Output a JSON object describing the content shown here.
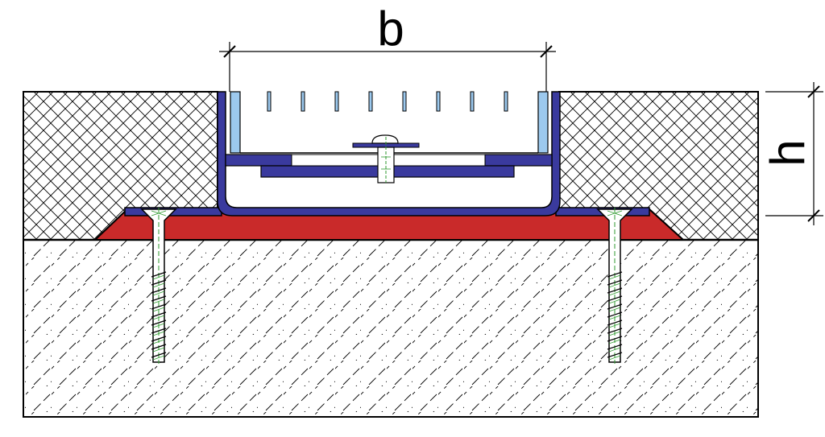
{
  "diagram": {
    "labels": {
      "width_symbol": "b",
      "height_symbol": "h"
    },
    "colors": {
      "outline": "#000000",
      "profile_blue": "#3a3a9e",
      "insert_light_blue": "#9cc9ee",
      "base_red": "#c92a2a",
      "screw_green": "#2f9a2f",
      "background": "#ffffff"
    },
    "parts": [
      "screed-crosshatch-left",
      "screed-crosshatch-right",
      "concrete-substrate",
      "red-bedding-layer",
      "blue-aluminium-profile",
      "light-blue-insert",
      "center-bolt",
      "left-anchor-screw",
      "right-anchor-screw"
    ]
  }
}
